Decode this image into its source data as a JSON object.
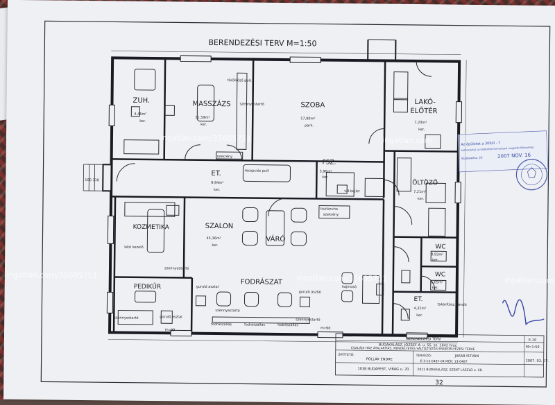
{
  "plan": {
    "title": "BERENDEZÉSI TERV M=1:50",
    "page_number": "32",
    "rooms": [
      {
        "name": "ZUH.",
        "area": "4,46m²",
        "floor": "ker."
      },
      {
        "name": "MASSZÁZS",
        "area": "11,59m²",
        "floor": "ker."
      },
      {
        "name": "SZOBA",
        "area": "17,90m²",
        "floor": "park."
      },
      {
        "name": "LAKÓ-",
        "name2": "ELŐTÉR",
        "area": "7,20m²",
        "floor": "ker."
      },
      {
        "name": "FSZ.",
        "area": "3,96m²",
        "floor": "ker."
      },
      {
        "name": "ET.",
        "area": "9,94m²",
        "floor": "ker."
      },
      {
        "name": "ÖLTÖZŐ",
        "area": "7,21m²",
        "floor": "ker."
      },
      {
        "name": "KOZMETIKA",
        "area": "",
        "floor": ""
      },
      {
        "name": "SZALON",
        "area": "45,36m²",
        "floor": "ker."
      },
      {
        "name": "VÁRÓ",
        "area": "",
        "floor": ""
      },
      {
        "name": "FODRÁSZAT",
        "area": "",
        "floor": ""
      },
      {
        "name": "PEDIKŰR",
        "area": "",
        "floor": ""
      },
      {
        "name": "WC",
        "area": "0,93m²",
        "floor": "ker."
      },
      {
        "name": "WC",
        "area": "1,05m²",
        "floor": "ker."
      },
      {
        "name": "ET.",
        "area": "4,32m²",
        "floor": "ker."
      }
    ],
    "annotations": {
      "szennyestarto": "szennyestartó",
      "torolkozo_polc": "törölköző polc",
      "recepcios_pult": "recepciós pult",
      "szekreny": "szekrény",
      "tisztaruha": "tisztaruha",
      "tisztaruha_szekreny": "szekrény",
      "villbojler": "vill.bojler",
      "kagyl_kezelo": "kézi kezelő",
      "gurulo_asztal": "guruló asztal",
      "fodraszallas": "fodrászállás",
      "hajmoso": "hajmosó",
      "takaritoszertarolo": "takarítósz. tároló",
      "dim_h90": "H=90",
      "dim_left": "100 210"
    },
    "stamp": {
      "line1": "Az épületet a 309/ll  - 7",
      "line2": "határozattal, a módosított tervezéssel megjelölt Műszakilag",
      "date": "2007 NOV. 16",
      "place": "Budakalász, 20"
    },
    "watermark": "ingatlan.com/35605751",
    "watermark_brand": "ingatlan.com"
  },
  "title_block": {
    "office": "BERENDEZÉSI TERV",
    "sheet_code": "E-10",
    "address": "BUDAKALÁSZ, JÓZSEF A. u. 55. sz. 1642 hrsz.",
    "scale": "M=1:50",
    "project": "CSALÁDI HÁZ ÁTALAKÍTÁS, RENDELTETÉS VÁLTOZTATÁS ENGEDÉLYEZÉSI TERVE",
    "builder_label": "ÉPÍTTETŐ:",
    "builder_name": "POLLÁK ENDRE",
    "builder_address": "1038 BUDAPEST, VIRÁG u. 20.",
    "designer_label": "TERVEZŐ:",
    "designer_name": "JAKAB ISTVÁN",
    "designer_id": "É-3-13-0487-04  MÉK: 13-0487",
    "designer_address": "2011 BUDAKALÁSZ, SZENT LÁSZLÓ u. 58.",
    "date": "2007. 03. 27."
  }
}
